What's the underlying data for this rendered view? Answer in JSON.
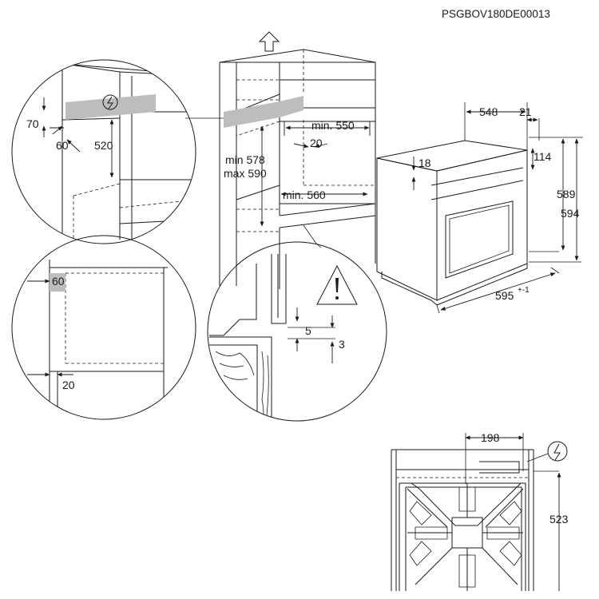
{
  "doc_code": "PSGBOV180DE00013",
  "labels": {
    "d70": "70",
    "d60a": "60",
    "d520": "520",
    "d60b": "60",
    "d20a": "20",
    "min578": "min 578",
    "max590": "max 590",
    "min550": "min. 550",
    "d20b": "20",
    "min560": "min. 560",
    "d5": "5",
    "d3": "3",
    "d548": "548",
    "d21": "21",
    "d18": "18",
    "d114": "114",
    "d589": "589",
    "d594": "594",
    "d595": "595",
    "d595_tol": "+-1",
    "d198": "198",
    "d523": "523"
  },
  "icons": {
    "power": "power-symbol-icon",
    "warning": "warning-triangle-icon",
    "arrow_up": "arrow-up-icon"
  }
}
